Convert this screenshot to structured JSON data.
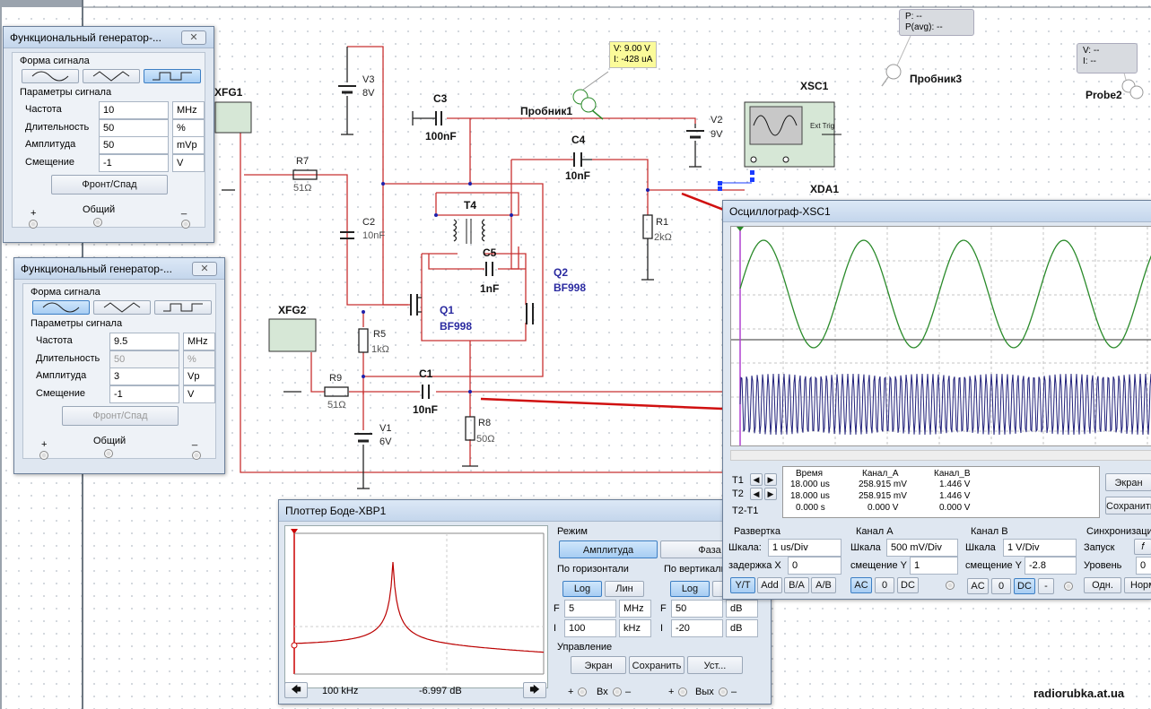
{
  "probes": {
    "probe1_name": "Пробник1",
    "probe1_v": "V: 9.00 V",
    "probe1_i": "I: -428 uA",
    "probe3_name": "Пробник3",
    "probe3_p": "P: --",
    "probe3_pavg": "P(avg): --",
    "probe2_name": "Probe2",
    "probe2_v": "V: --",
    "probe2_i": "I: --"
  },
  "components": {
    "xfg1": "XFG1",
    "xfg2": "XFG2",
    "xsc1": "XSC1",
    "xda1": "XDA1",
    "ext_trig": "Ext Trig",
    "v3": "V3",
    "v3_val": "8V",
    "v2": "V2",
    "v2_val": "9V",
    "v1": "V1",
    "v1_val": "6V",
    "c3": "C3",
    "c3_val": "100nF",
    "c4": "C4",
    "c4_val": "10nF",
    "c2": "C2",
    "c2_val": "10nF",
    "c5": "C5",
    "c5_val": "1nF",
    "c1": "C1",
    "c1_val": "10nF",
    "r7": "R7",
    "r7_val": "51Ω",
    "r1": "R1",
    "r1_val": "2kΩ",
    "r5": "R5",
    "r5_val": "1kΩ",
    "r9": "R9",
    "r9_val": "51Ω",
    "r8": "R8",
    "r8_val": "50Ω",
    "t4": "T4",
    "q1": "Q1",
    "q1_val": "BF998",
    "q2": "Q2",
    "q2_val": "BF998"
  },
  "fg1": {
    "title": "Функциональный генератор-...",
    "waveform_label": "Форма сигнала",
    "params_label": "Параметры сигнала",
    "selected_wave": "square",
    "rows": [
      {
        "label": "Частота",
        "value": "10",
        "unit": "MHz"
      },
      {
        "label": "Длительность",
        "value": "50",
        "unit": "%"
      },
      {
        "label": "Амплитуда",
        "value": "50",
        "unit": "mVp"
      },
      {
        "label": "Смещение",
        "value": "-1",
        "unit": "V"
      }
    ],
    "edge_button": "Фронт/Спад",
    "plus": "+",
    "common": "Общий",
    "minus": "_"
  },
  "fg2": {
    "title": "Функциональный генератор-...",
    "waveform_label": "Форма сигнала",
    "params_label": "Параметры сигнала",
    "selected_wave": "sine",
    "rows": [
      {
        "label": "Частота",
        "value": "9.5",
        "unit": "MHz"
      },
      {
        "label": "Длительность",
        "value": "50",
        "unit": "%"
      },
      {
        "label": "Амплитуда",
        "value": "3",
        "unit": "Vp"
      },
      {
        "label": "Смещение",
        "value": "-1",
        "unit": "V"
      }
    ],
    "edge_button": "Фронт/Спад",
    "plus": "+",
    "common": "Общий",
    "minus": "_"
  },
  "bode": {
    "title": "Плоттер Боде-XBP1",
    "mode_label": "Режим",
    "amplitude_btn": "Амплитуда",
    "phase_btn": "Фаза",
    "horizontal_label": "По горизонтали",
    "vertical_label": "По вертикали",
    "log": "Log",
    "lin": "Лин",
    "h_f_label": "F",
    "h_f_value": "5",
    "h_f_unit": "MHz",
    "h_i_label": "I",
    "h_i_value": "100",
    "h_i_unit": "kHz",
    "v_f_label": "F",
    "v_f_value": "50",
    "v_f_unit": "dB",
    "v_i_label": "I",
    "v_i_value": "-20",
    "v_i_unit": "dB",
    "control_label": "Управление",
    "screen_btn": "Экран",
    "save_btn": "Сохранить",
    "settings_btn": "Уст...",
    "readout_freq": "100 kHz",
    "readout_db": "-6.997 dB",
    "in_label": "Вх",
    "out_label": "Вых",
    "plus": "+",
    "minus": "–"
  },
  "scope": {
    "title": "Осциллограф-XSC1",
    "t1": "T1",
    "t2": "T2",
    "t2t1": "T2-T1",
    "col_time": "Время",
    "col_a": "Канал_A",
    "col_b": "Канал_B",
    "rows": [
      [
        "18.000 us",
        "258.915 mV",
        "1.446 V"
      ],
      [
        "18.000 us",
        "258.915 mV",
        "1.446 V"
      ],
      [
        "0.000 s",
        "0.000 V",
        "0.000 V"
      ]
    ],
    "screen_btn": "Экран",
    "save_btn": "Сохранить",
    "timebase_label": "Развертка",
    "scale_label": "Шкала:",
    "timebase_value": "1 us/Div",
    "delay_label": "задержка X",
    "delay_value": "0",
    "yt": "Y/T",
    "add": "Add",
    "ba": "B/A",
    "ab": "A/B",
    "cha_label": "Канал A",
    "cha_scale_label": "Шкала",
    "cha_scale": "500 mV/Div",
    "cha_offset_label": "смещение Y",
    "cha_offset": "1",
    "chb_label": "Канал B",
    "chb_scale_label": "Шкала",
    "chb_scale": "1 V/Div",
    "chb_offset_label": "смещение Y",
    "chb_offset": "-2.8",
    "ac": "AC",
    "zero": "0",
    "dc": "DC",
    "minus": "-",
    "sync_label": "Синхронизаци",
    "trigger_label": "Запуск",
    "level_label": "Уровень",
    "level_value": "0",
    "single": "Одн.",
    "normal": "Норм"
  },
  "watermark": "radiorubka.at.ua",
  "colors": {
    "wire": "#c83030",
    "arrow": "#d01010",
    "channel_a": "#2a8a2a",
    "channel_b": "#20207a",
    "selected": "#3d7fc4"
  }
}
